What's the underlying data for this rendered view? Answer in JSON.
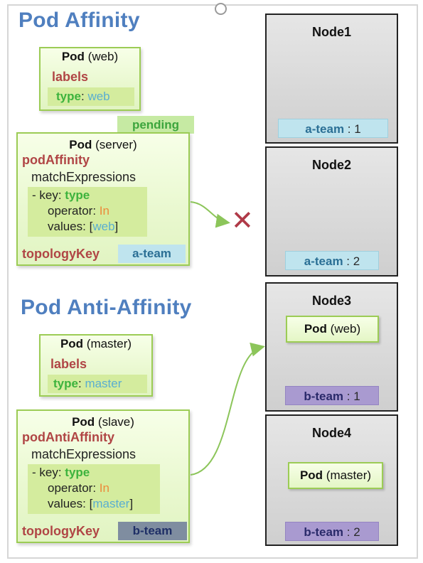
{
  "affinity": {
    "title": "Pod Affinity",
    "web_pod": {
      "kind": "Pod",
      "name": "(web)",
      "labels": "labels",
      "key": "type",
      "colon": ":",
      "value": "web"
    },
    "pending": "pending",
    "server_pod": {
      "kind": "Pod",
      "name": "(server)",
      "rule": "podAffinity",
      "match": "matchExpressions",
      "key_label": "- key:",
      "key": "type",
      "op_label": "operator:",
      "op": "In",
      "values_label": "values:",
      "values_open": "[",
      "values": "web",
      "values_close": "]",
      "topology_label": "topologyKey",
      "topology_value": "a-team"
    },
    "blocked_symbol": "✕"
  },
  "anti_affinity": {
    "title": "Pod Anti-Affinity",
    "master_pod": {
      "kind": "Pod",
      "name": "(master)",
      "labels": "labels",
      "key": "type",
      "colon": ":",
      "value": "master"
    },
    "slave_pod": {
      "kind": "Pod",
      "name": "(slave)",
      "rule": "podAntiAffinity",
      "match": "matchExpressions",
      "key_label": "- key:",
      "key": "type",
      "op_label": "operator:",
      "op": "In",
      "values_label": "values:",
      "values_open": "[",
      "values": "master",
      "values_close": "]",
      "topology_label": "topologyKey",
      "topology_value": "b-team"
    }
  },
  "nodes": [
    {
      "name": "Node1",
      "team_key": "a-team",
      "team_sep": " : ",
      "team_value": "1"
    },
    {
      "name": "Node2",
      "team_key": "a-team",
      "team_sep": " : ",
      "team_value": "2"
    },
    {
      "name": "Node3",
      "team_key": "b-team",
      "team_sep": " : ",
      "team_value": "1",
      "pod_kind": "Pod",
      "pod_name": "(web)"
    },
    {
      "name": "Node4",
      "team_key": "b-team",
      "team_sep": " : ",
      "team_value": "2",
      "pod_kind": "Pod",
      "pod_name": "(master)"
    }
  ],
  "colors": {
    "title_blue": "#4f7fbf",
    "label_red": "#b04545",
    "key_green": "#3db33d",
    "value_blue": "#5aaed0",
    "operator_orange": "#ec8a3a",
    "a_team_bg": "#bfe4ee",
    "b_team_bg": "#a99ad0",
    "arrow_green": "#8cc55a",
    "cross_red": "#b03a48"
  }
}
